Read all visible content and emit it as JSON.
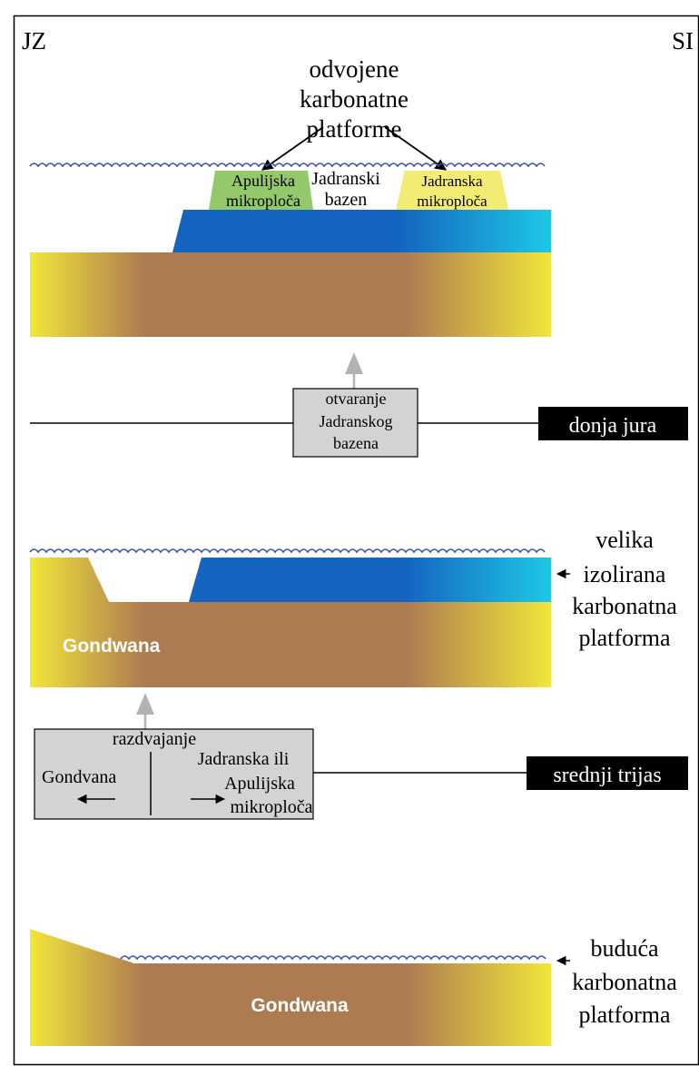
{
  "corners": {
    "left": "JZ",
    "right": "SI"
  },
  "stage1": {
    "title_lines": [
      "odvojene",
      "karbonatne",
      "platforme"
    ],
    "left_block_lines": [
      "Apulijska",
      "mikroploča"
    ],
    "basin_lines": [
      "Jadranski",
      "bazen"
    ],
    "right_block_lines": [
      "Jadranska",
      "mikroploča"
    ]
  },
  "event1": {
    "box_lines": [
      "otvaranje",
      "Jadranskog",
      "bazena"
    ],
    "time_label": "donja jura"
  },
  "stage2": {
    "continent": "Gondwana",
    "side_lines": [
      "velika",
      "izolirana",
      "karbonatna",
      "platforma"
    ]
  },
  "event2": {
    "box_title": "razdvajanje",
    "left_label": "Gondvana",
    "right_lines": [
      "Jadranska ili",
      "Apulijska",
      "mikroploča"
    ],
    "time_label": "srednji trijas"
  },
  "stage3": {
    "continent": "Gondwana",
    "side_lines": [
      "buduća",
      "karbonatna",
      "platforma"
    ]
  },
  "colors": {
    "sediment_edge": "#f2e63a",
    "sediment_mid": "#ad7b52",
    "platform_blue": "#1565c0",
    "platform_cyan": "#1ec8e6",
    "apulian_green": "#93c96b",
    "adriatic_yellow": "#f3ec74",
    "box_grey": "#d3d3d3",
    "wave_blue": "#3a4fa8",
    "arrow_grey": "#b3b3b3"
  }
}
